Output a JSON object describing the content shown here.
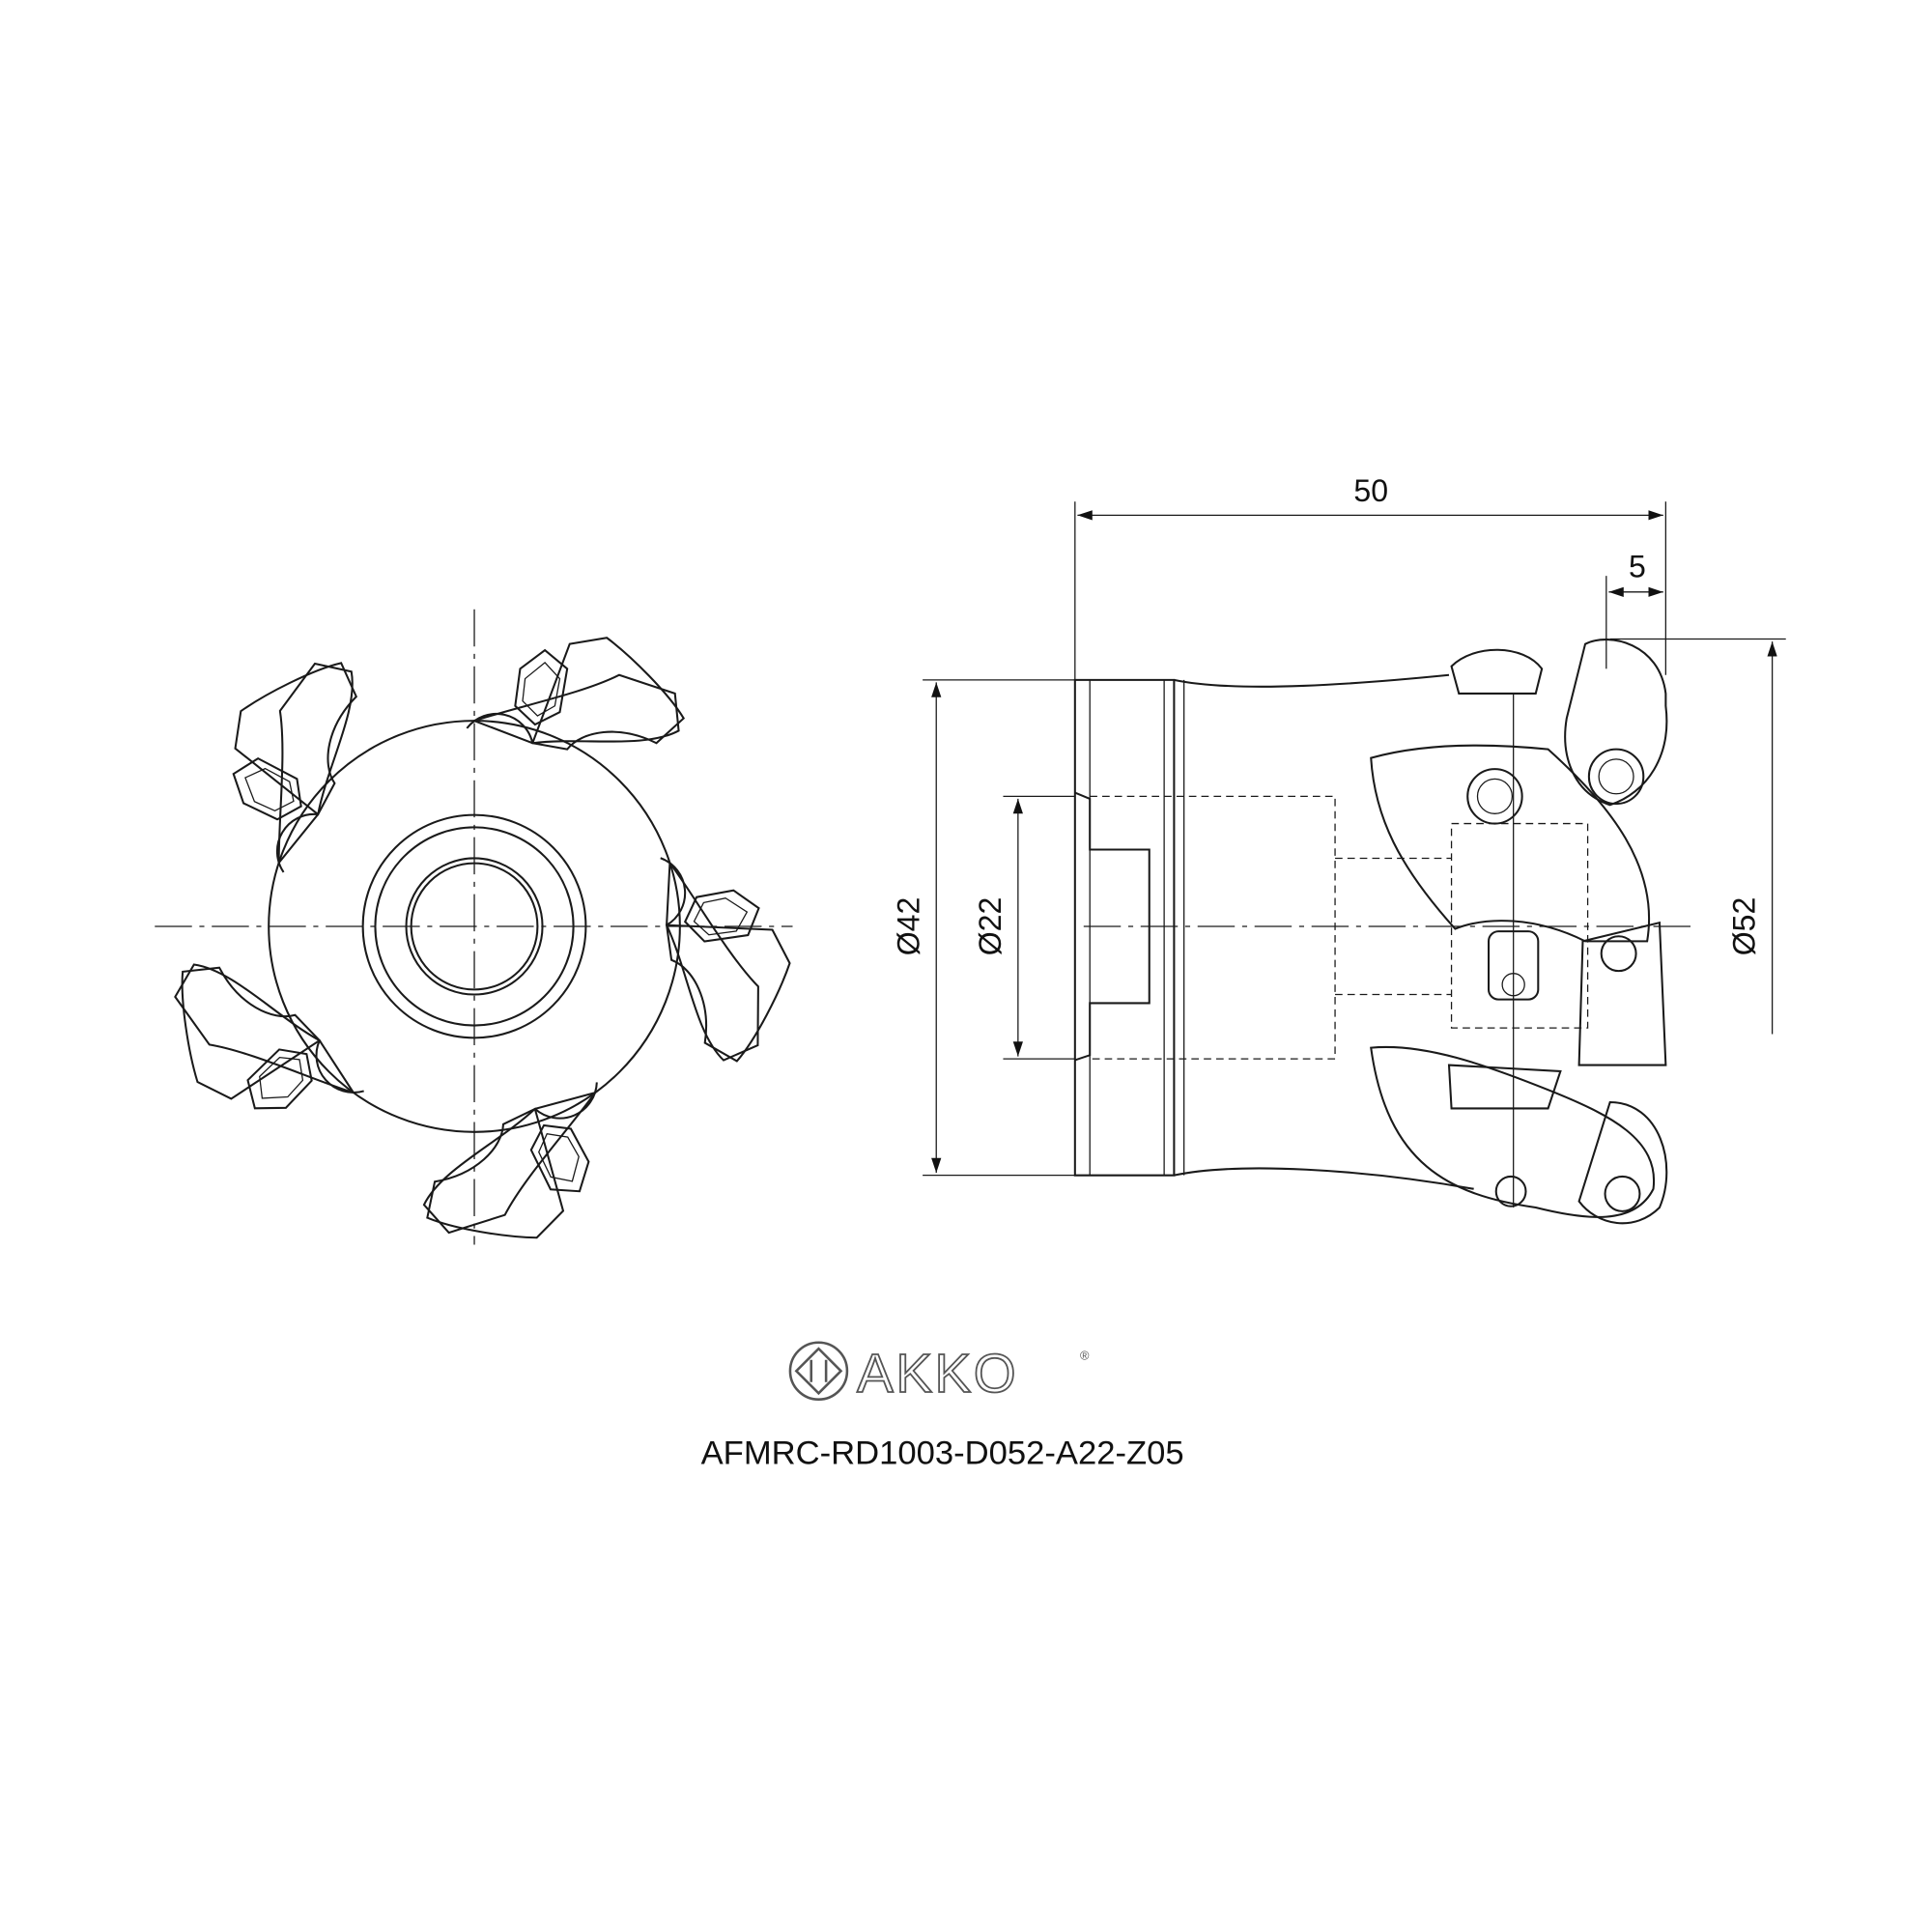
{
  "dimensions": {
    "overall_length": "50",
    "insert_offset": "5",
    "body_diameter": "Ø42",
    "bore_diameter": "Ø22",
    "cutting_diameter": "Ø52"
  },
  "logo": {
    "text": "AKKO",
    "registered": "®"
  },
  "part_number": "AFMRC-RD1003-D052-A22-Z05"
}
